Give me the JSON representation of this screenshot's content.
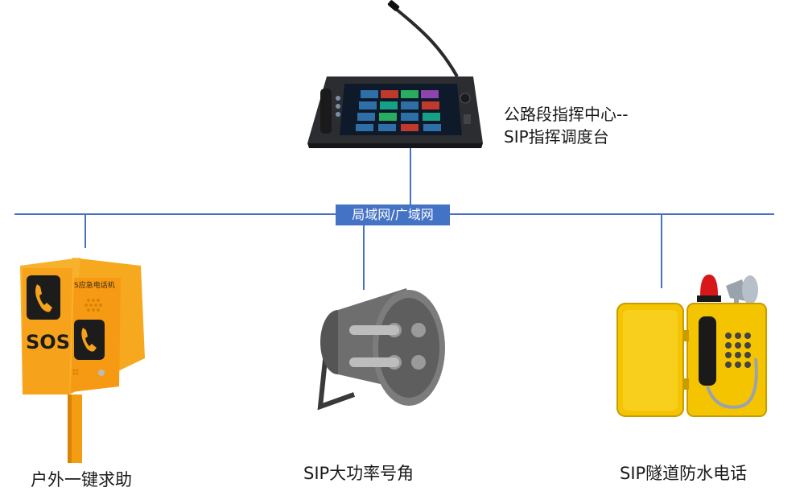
{
  "center": {
    "line1": "公路段指挥中心--",
    "line2": "SIP指挥调度台"
  },
  "network": {
    "label": "局域网/广域网"
  },
  "devices": {
    "sos": {
      "caption": "户外一键求助",
      "panel_title": "S应急电话机",
      "sos_text": "SOS"
    },
    "horn": {
      "caption": "SIP大功率号角"
    },
    "phone": {
      "caption": "SIP隧道防水电话"
    }
  },
  "colors": {
    "network_line": "#4472c4",
    "sos_orange": "#f7a21b",
    "phone_yellow": "#f5c400"
  }
}
